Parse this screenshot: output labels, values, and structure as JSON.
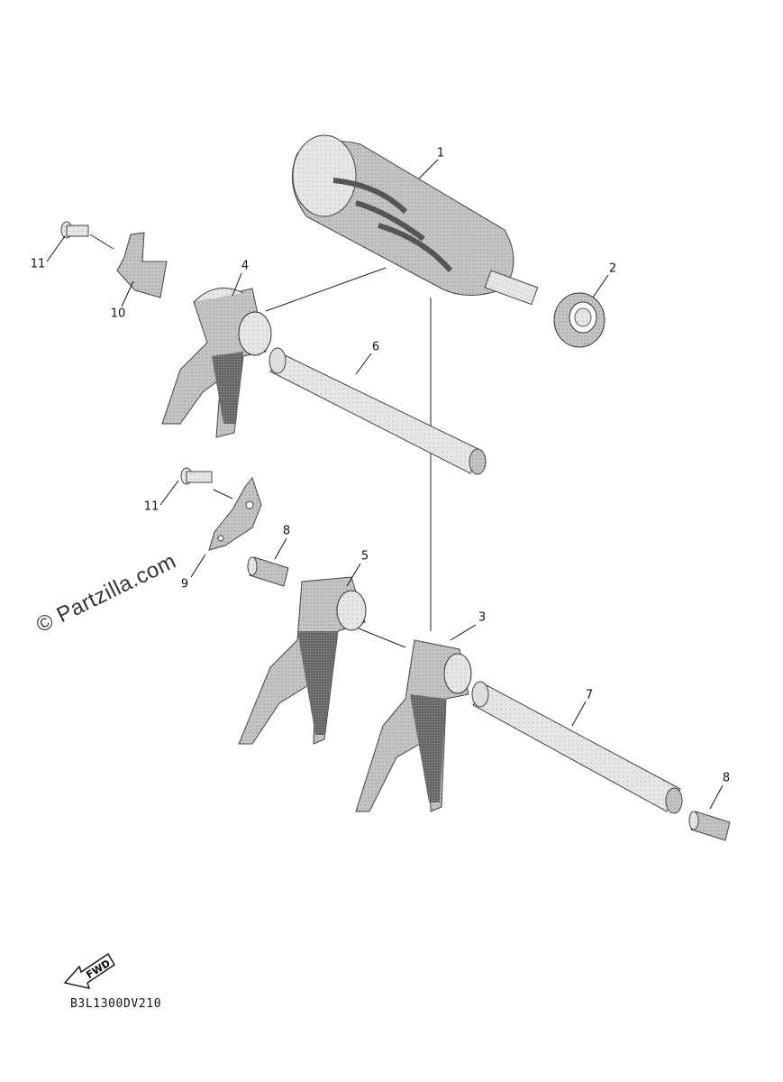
{
  "diagram": {
    "callouts": [
      {
        "id": "c1",
        "label": "1"
      },
      {
        "id": "c2",
        "label": "2"
      },
      {
        "id": "c3",
        "label": "3"
      },
      {
        "id": "c4",
        "label": "4"
      },
      {
        "id": "c5",
        "label": "5"
      },
      {
        "id": "c6",
        "label": "6"
      },
      {
        "id": "c7",
        "label": "7"
      },
      {
        "id": "c8a",
        "label": "8"
      },
      {
        "id": "c8b",
        "label": "8"
      },
      {
        "id": "c9",
        "label": "9"
      },
      {
        "id": "c10",
        "label": "10"
      },
      {
        "id": "c11a",
        "label": "11"
      },
      {
        "id": "c11b",
        "label": "11"
      }
    ],
    "watermark": "© Partzilla.com",
    "fwd_label": "FWD",
    "drawing_code": "B3L1300DV210"
  }
}
